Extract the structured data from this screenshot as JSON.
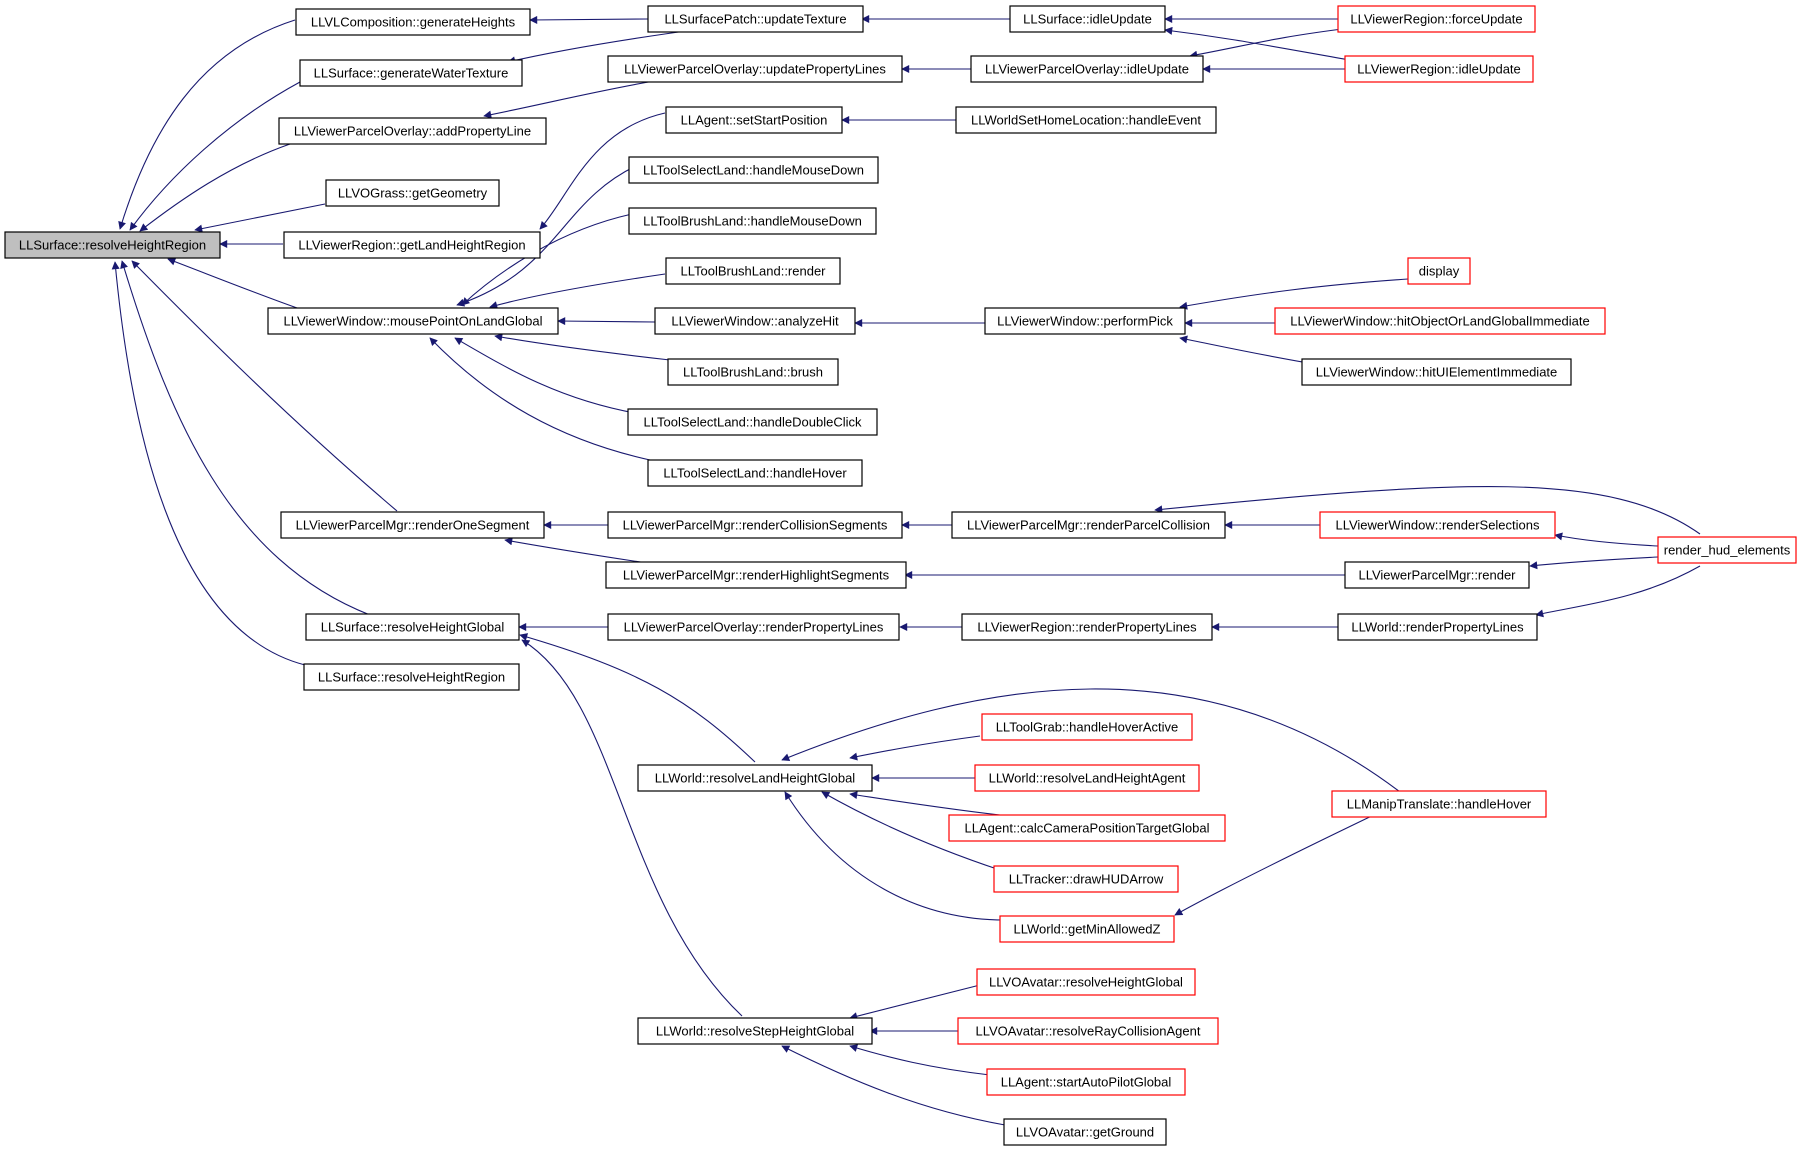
{
  "colors": {
    "edge": "#191970",
    "border": "#000000",
    "truncated_border": "#ff0000",
    "focus_fill": "#bfbfbf"
  },
  "nodes": [
    {
      "id": "n_root",
      "label": "LLSurface::resolveHeightRegion",
      "style": "focus"
    },
    {
      "id": "n_vlcomp",
      "label": "LLVLComposition::generateHeights",
      "style": "normal"
    },
    {
      "id": "n_genwater",
      "label": "LLSurface::generateWaterTexture",
      "style": "normal"
    },
    {
      "id": "n_addprop",
      "label": "LLViewerParcelOverlay::addPropertyLine",
      "style": "normal"
    },
    {
      "id": "n_grass",
      "label": "LLVOGrass::getGeometry",
      "style": "normal"
    },
    {
      "id": "n_getland",
      "label": "LLViewerRegion::getLandHeightRegion",
      "style": "normal"
    },
    {
      "id": "n_mouse",
      "label": "LLViewerWindow::mousePointOnLandGlobal",
      "style": "normal"
    },
    {
      "id": "n_rendseg",
      "label": "LLViewerParcelMgr::renderOneSegment",
      "style": "normal"
    },
    {
      "id": "n_rhglobal",
      "label": "LLSurface::resolveHeightGlobal",
      "style": "normal"
    },
    {
      "id": "n_rhregion2",
      "label": "LLSurface::resolveHeightRegion",
      "style": "normal"
    },
    {
      "id": "n_patchupd",
      "label": "LLSurfacePatch::updateTexture",
      "style": "normal"
    },
    {
      "id": "n_updprop",
      "label": "LLViewerParcelOverlay::updatePropertyLines",
      "style": "normal"
    },
    {
      "id": "n_setstart",
      "label": "LLAgent::setStartPosition",
      "style": "normal"
    },
    {
      "id": "n_tsl_md",
      "label": "LLToolSelectLand::handleMouseDown",
      "style": "normal"
    },
    {
      "id": "n_tbl_md",
      "label": "LLToolBrushLand::handleMouseDown",
      "style": "normal"
    },
    {
      "id": "n_tbl_render",
      "label": "LLToolBrushLand::render",
      "style": "normal"
    },
    {
      "id": "n_analyze",
      "label": "LLViewerWindow::analyzeHit",
      "style": "normal"
    },
    {
      "id": "n_brush",
      "label": "LLToolBrushLand::brush",
      "style": "normal"
    },
    {
      "id": "n_tsl_dbl",
      "label": "LLToolSelectLand::handleDoubleClick",
      "style": "normal"
    },
    {
      "id": "n_tsl_hover",
      "label": "LLToolSelectLand::handleHover",
      "style": "normal"
    },
    {
      "id": "n_rcollseg",
      "label": "LLViewerParcelMgr::renderCollisionSegments",
      "style": "normal"
    },
    {
      "id": "n_rhlseg",
      "label": "LLViewerParcelMgr::renderHighlightSegments",
      "style": "normal"
    },
    {
      "id": "n_rproplines",
      "label": "LLViewerParcelOverlay::renderPropertyLines",
      "style": "normal"
    },
    {
      "id": "n_wlandh",
      "label": "LLWorld::resolveLandHeightGlobal",
      "style": "normal"
    },
    {
      "id": "n_wsteph",
      "label": "LLWorld::resolveStepHeightGlobal",
      "style": "normal"
    },
    {
      "id": "n_idleupd",
      "label": "LLSurface::idleUpdate",
      "style": "normal"
    },
    {
      "id": "n_povidle",
      "label": "LLViewerParcelOverlay::idleUpdate",
      "style": "normal"
    },
    {
      "id": "n_sethome",
      "label": "LLWorldSetHomeLocation::handleEvent",
      "style": "normal"
    },
    {
      "id": "n_perfpick",
      "label": "LLViewerWindow::performPick",
      "style": "normal"
    },
    {
      "id": "n_rparcoll",
      "label": "LLViewerParcelMgr::renderParcelCollision",
      "style": "normal"
    },
    {
      "id": "n_vrproplines",
      "label": "LLViewerRegion::renderPropertyLines",
      "style": "normal"
    },
    {
      "id": "n_forceupd",
      "label": "LLViewerRegion::forceUpdate",
      "style": "truncated"
    },
    {
      "id": "n_vridle",
      "label": "LLViewerRegion::idleUpdate",
      "style": "truncated"
    },
    {
      "id": "n_display",
      "label": "display",
      "style": "truncated"
    },
    {
      "id": "n_hitobj",
      "label": "LLViewerWindow::hitObjectOrLandGlobalImmediate",
      "style": "truncated"
    },
    {
      "id": "n_hitui",
      "label": "LLViewerWindow::hitUIElementImmediate",
      "style": "normal"
    },
    {
      "id": "n_rsel",
      "label": "LLViewerWindow::renderSelections",
      "style": "truncated"
    },
    {
      "id": "n_pmrender",
      "label": "LLViewerParcelMgr::render",
      "style": "normal"
    },
    {
      "id": "n_wrproplines",
      "label": "LLWorld::renderPropertyLines",
      "style": "normal"
    },
    {
      "id": "n_hud",
      "label": "render_hud_elements",
      "style": "truncated"
    },
    {
      "id": "n_grabhover",
      "label": "LLToolGrab::handleHoverActive",
      "style": "truncated"
    },
    {
      "id": "n_wlandagent",
      "label": "LLWorld::resolveLandHeightAgent",
      "style": "truncated"
    },
    {
      "id": "n_calccam",
      "label": "LLAgent::calcCameraPositionTargetGlobal",
      "style": "truncated"
    },
    {
      "id": "n_hudarrow",
      "label": "LLTracker::drawHUDArrow",
      "style": "truncated"
    },
    {
      "id": "n_minz",
      "label": "LLWorld::getMinAllowedZ",
      "style": "truncated"
    },
    {
      "id": "n_maniphover",
      "label": "LLManipTranslate::handleHover",
      "style": "truncated"
    },
    {
      "id": "n_avrhg",
      "label": "LLVOAvatar::resolveHeightGlobal",
      "style": "truncated"
    },
    {
      "id": "n_avray",
      "label": "LLVOAvatar::resolveRayCollisionAgent",
      "style": "truncated"
    },
    {
      "id": "n_autopilot",
      "label": "LLAgent::startAutoPilotGlobal",
      "style": "truncated"
    },
    {
      "id": "n_avground",
      "label": "LLVOAvatar::getGround",
      "style": "normal"
    }
  ]
}
